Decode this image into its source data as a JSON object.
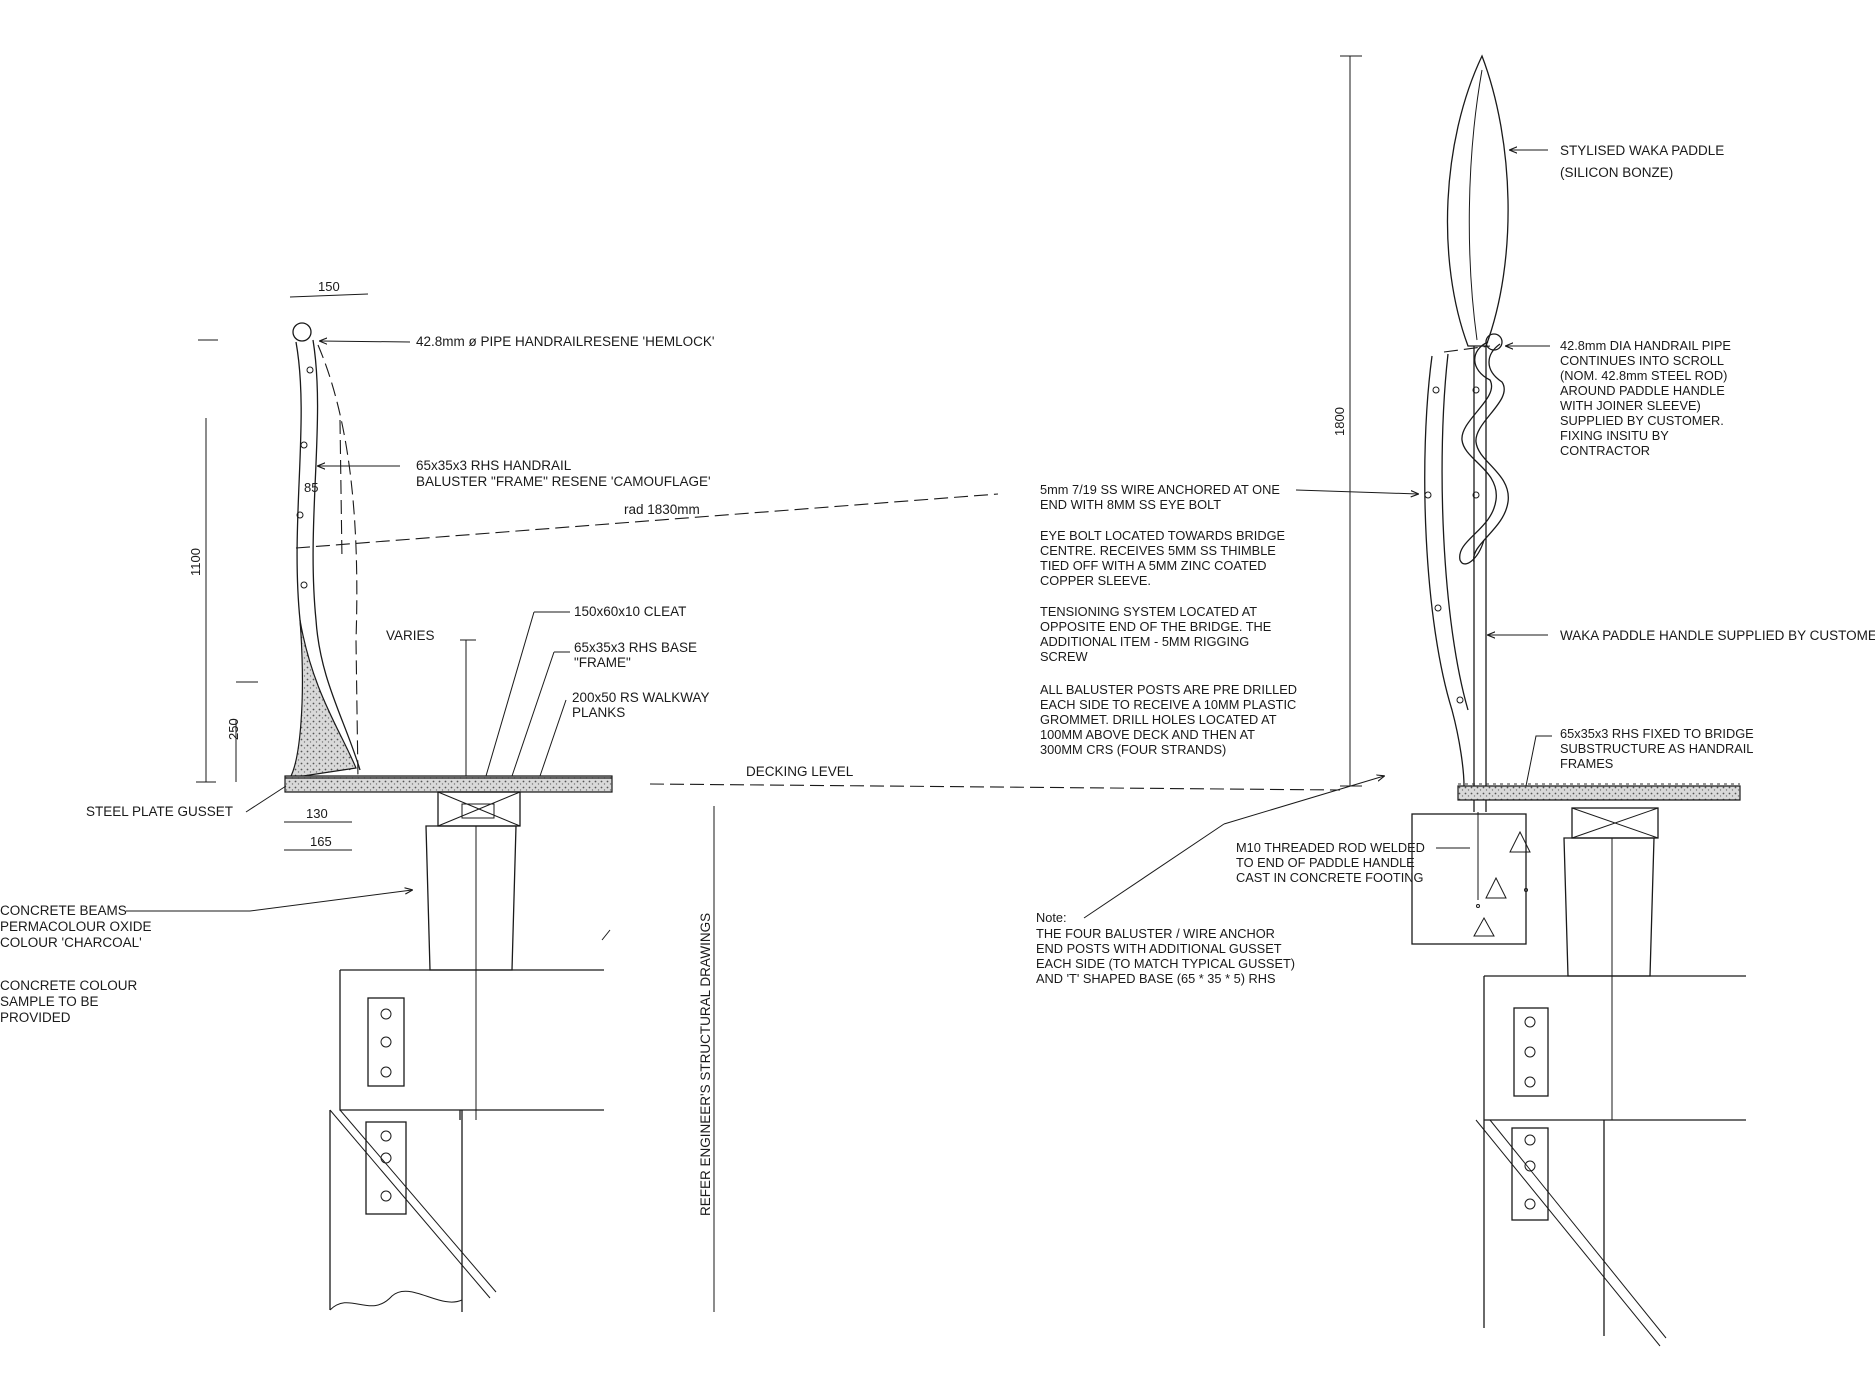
{
  "left_detail": {
    "dimensions": {
      "top_width": "150",
      "overall_height": "1100",
      "lower_height": "250",
      "frame_offset": "85",
      "base_inner": "130",
      "base_outer": "165"
    },
    "labels": {
      "pipe_handrail": "42.8mm ø PIPE HANDRAILRESENE 'HEMLOCK'",
      "baluster_line1": "65x35x3 RHS HANDRAIL",
      "baluster_line2": "BALUSTER \"FRAME\" RESENE 'CAMOUFLAGE'",
      "radius": "rad 1830mm",
      "varies": "VARIES",
      "cleat": "150x60x10 CLEAT",
      "base_line1": "65x35x3 RHS BASE",
      "base_line2": "\"FRAME\"",
      "planks_line1": "200x50 RS WALKWAY",
      "planks_line2": "PLANKS",
      "decking_level": "DECKING LEVEL",
      "gusset": "STEEL PLATE GUSSET",
      "beams_line1": "CONCRETE BEAMS",
      "beams_line2": "PERMACOLOUR OXIDE",
      "beams_line3": "COLOUR 'CHARCOAL'",
      "colour_line1": "CONCRETE COLOUR",
      "colour_line2": "SAMPLE TO BE",
      "colour_line3": "PROVIDED",
      "structural_ref": "REFER ENGINEER'S STRUCTURAL DRAWINGS"
    }
  },
  "middle_notes": {
    "wire_line1": "5mm 7/19 SS WIRE ANCHORED AT ONE",
    "wire_line2": "END WITH 8MM SS EYE BOLT",
    "eye_bolt": [
      "EYE BOLT LOCATED TOWARDS BRIDGE",
      "CENTRE. RECEIVES 5MM SS THIMBLE",
      "TIED OFF WITH A 5MM ZINC COATED",
      "COPPER SLEEVE."
    ],
    "tensioning": [
      "TENSIONING SYSTEM LOCATED AT",
      "OPPOSITE END OF THE BRIDGE. THE",
      "ADDITIONAL ITEM - 5MM RIGGING",
      "SCREW"
    ],
    "baluster_posts": [
      "ALL BALUSTER POSTS ARE PRE DRILLED",
      "EACH SIDE TO RECEIVE A 10MM PLASTIC",
      "GROMMET. DRILL HOLES LOCATED AT",
      "100MM ABOVE DECK AND THEN AT",
      "300MM CRS (FOUR STRANDS)"
    ],
    "note_title": "Note:",
    "note_body": [
      "THE FOUR BALUSTER / WIRE ANCHOR",
      "END POSTS WITH ADDITIONAL GUSSET",
      "EACH SIDE (TO MATCH TYPICAL GUSSET)",
      "AND 'T' SHAPED BASE (65 * 35 * 5) RHS"
    ],
    "rod_line1": "M10 THREADED ROD WELDED",
    "rod_line2": "TO END OF PADDLE HANDLE",
    "rod_line3": "CAST IN CONCRETE FOOTING"
  },
  "right_detail": {
    "dimensions": {
      "paddle_height": "1800"
    },
    "labels": {
      "paddle_line1": "STYLISED WAKA PADDLE",
      "paddle_line2": "(SILICON BONZE)",
      "pipe": [
        "42.8mm DIA HANDRAIL PIPE",
        "CONTINUES INTO SCROLL",
        "(NOM. 42.8mm STEEL ROD)",
        "AROUND PADDLE HANDLE",
        "WITH JOINER SLEEVE)",
        "SUPPLIED BY CUSTOMER.",
        "FIXING INSITU BY",
        "CONTRACTOR"
      ],
      "handle": "WAKA PADDLE HANDLE SUPPLIED BY CUSTOMER",
      "rhs": [
        "65x35x3 RHS FIXED TO BRIDGE",
        "SUBSTRUCTURE AS HANDRAIL",
        "FRAMES"
      ]
    }
  }
}
